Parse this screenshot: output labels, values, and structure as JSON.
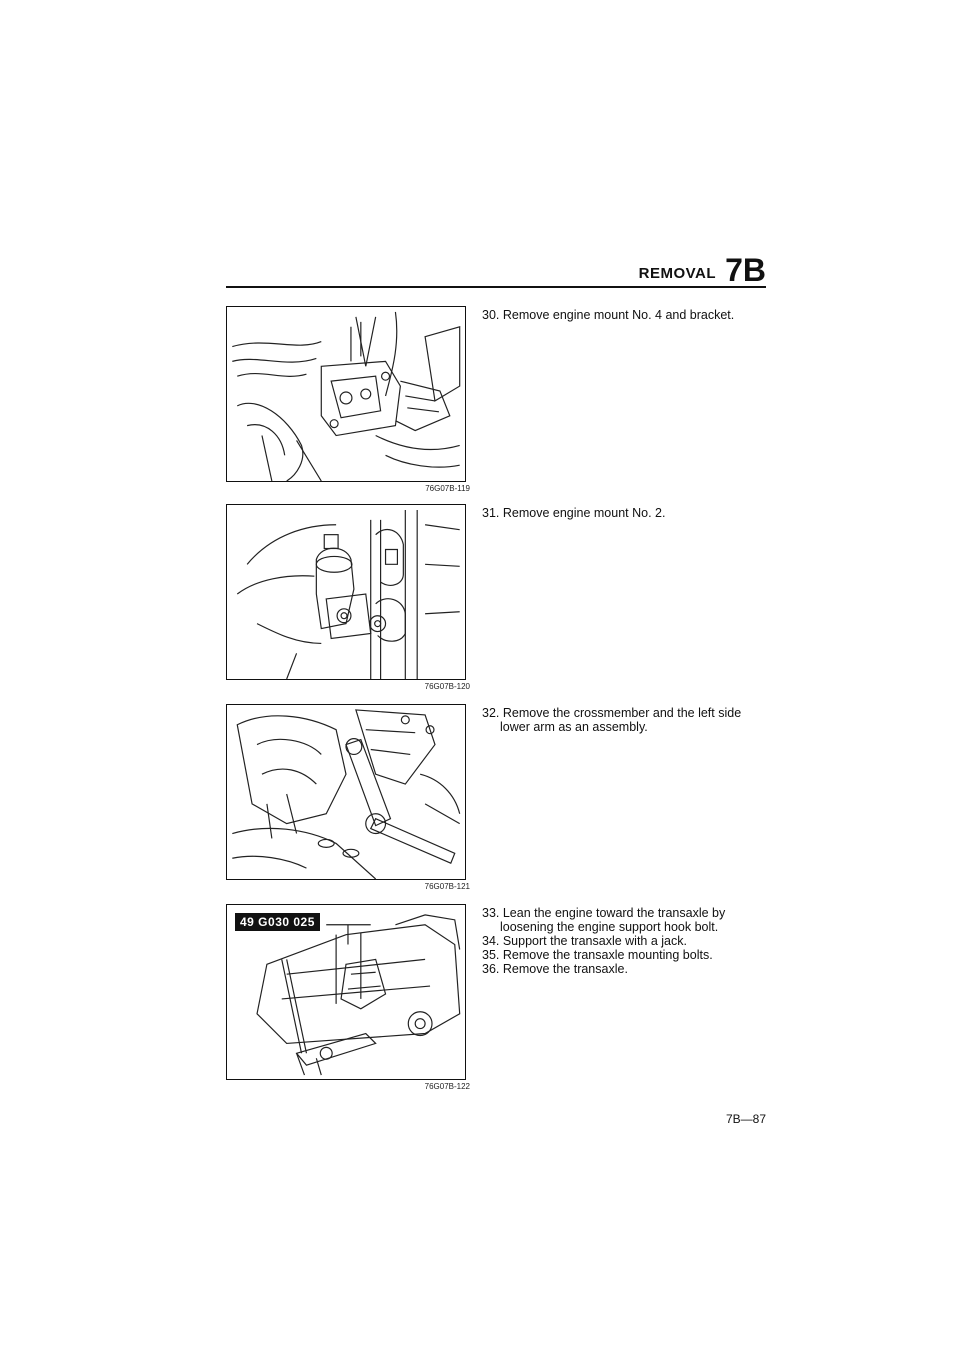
{
  "header": {
    "title": "REMOVAL",
    "section": "7B"
  },
  "figures": [
    {
      "caption": "76G07B-119"
    },
    {
      "caption": "76G07B-120"
    },
    {
      "caption": "76G07B-121"
    },
    {
      "caption": "76G07B-122",
      "tool_label": "49 G030 025"
    }
  ],
  "steps": {
    "step30": "30. Remove engine mount No. 4 and bracket.",
    "step31": "31. Remove engine mount No. 2.",
    "step32": "32. Remove the crossmember and the left side lower arm as an assembly.",
    "step33": "33. Lean the engine toward the transaxle by loosening the engine support hook bolt.",
    "step34": "34. Support the transaxle with a jack.",
    "step35": "35. Remove the transaxle mounting bolts.",
    "step36": "36. Remove the transaxle."
  },
  "page_number": "7B—87"
}
